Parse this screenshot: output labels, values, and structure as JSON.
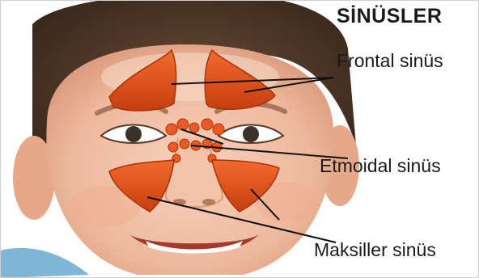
{
  "title": "SİNÜSLER",
  "labels": {
    "frontal": "Frontal sinüs",
    "etmoidal": "Etmoidal sinüs",
    "maksiller": "Maksiller sinüs"
  },
  "colors": {
    "sinus": "#e8501a",
    "sinus_dark": "#b8360c",
    "skin": "#f0c0a6",
    "hair": "#4a3526",
    "leader_line": "#111111"
  }
}
